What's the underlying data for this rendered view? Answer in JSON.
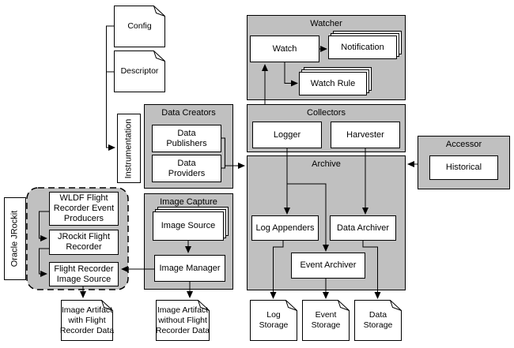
{
  "config_docs": {
    "config": "Config",
    "descriptor": "Descriptor"
  },
  "instrumentation": {
    "label": "Instrumentation"
  },
  "data_creators": {
    "title": "Data Creators",
    "publishers": "Data\nPublishers",
    "providers": "Data\nProviders"
  },
  "watcher": {
    "title": "Watcher",
    "watch": "Watch",
    "notification": "Notification",
    "watch_rule": "Watch Rule"
  },
  "collectors": {
    "title": "Collectors",
    "logger": "Logger",
    "harvester": "Harvester"
  },
  "archive": {
    "title": "Archive",
    "log_appenders": "Log Appenders",
    "data_archiver": "Data Archiver",
    "event_archiver": "Event Archiver"
  },
  "accessor": {
    "title": "Accessor",
    "historical": "Historical"
  },
  "jrockit": {
    "side_label": "Oracle JRockit",
    "wldf_producers": "WLDF Flight\nRecorder Event\nProducers",
    "flight_recorder": "JRockit Flight\nRecorder",
    "flight_image_source": "Flight Recorder\nImage Source"
  },
  "image_capture": {
    "title": "Image Capture",
    "image_source": "Image Source",
    "image_manager": "Image Manager"
  },
  "outputs": {
    "image_artifact_with": "Image Artifact\nwith Flight\nRecorder Data",
    "image_artifact_without": "Image Artifact\nwithout Flight\nRecorder Data",
    "log_storage": "Log\nStorage",
    "event_storage": "Event\nStorage",
    "data_storage": "Data\nStorage"
  },
  "colors": {
    "container_fill": "#c0c0c0",
    "box_fill": "#ffffff",
    "border": "#000000",
    "background": "#ffffff"
  }
}
